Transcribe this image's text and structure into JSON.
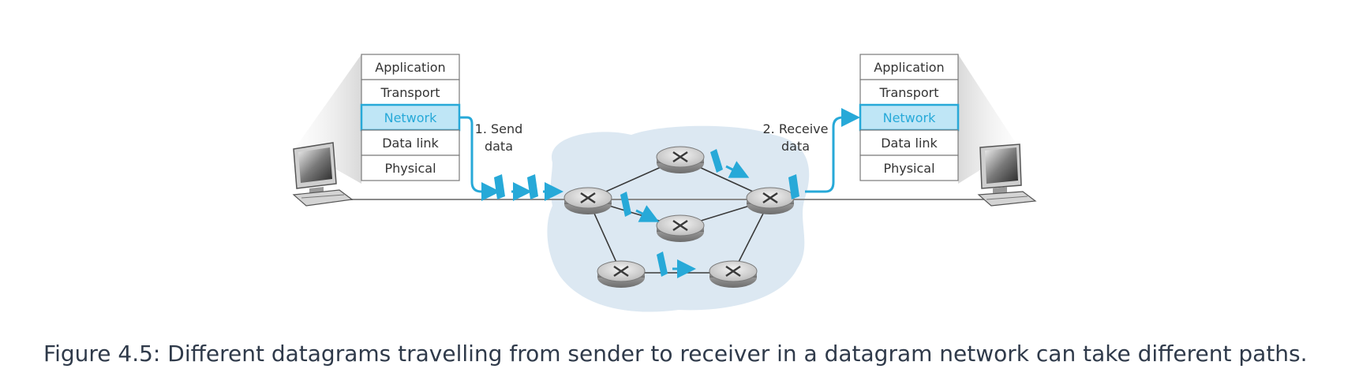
{
  "sender_stack": [
    "Application",
    "Transport",
    "Network",
    "Data link",
    "Physical"
  ],
  "receiver_stack": [
    "Application",
    "Transport",
    "Network",
    "Data link",
    "Physical"
  ],
  "send_label": [
    "1. Send",
    "data"
  ],
  "receive_label": [
    "2. Receive",
    "data"
  ],
  "caption": "Figure 4.5: Different datagrams travelling from sender to receiver in a datagram network can take different paths.",
  "colors": {
    "accent": "#27a9d8",
    "highlight_fill": "#bfe6f6",
    "cloud": "#dce8f2"
  }
}
